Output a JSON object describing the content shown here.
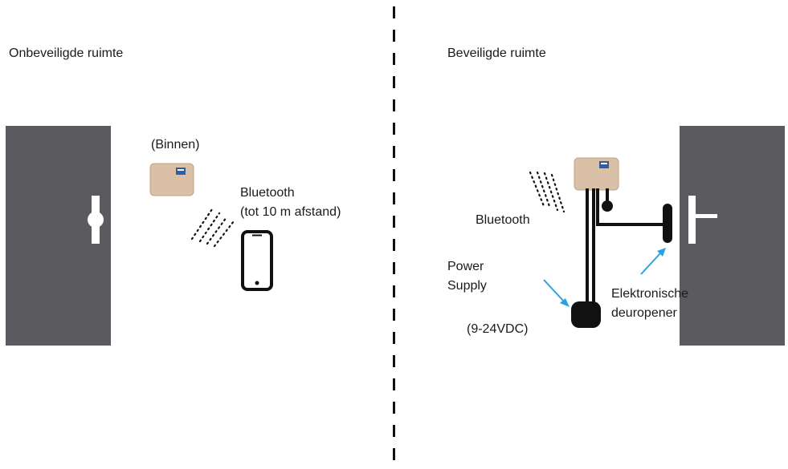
{
  "left_zone": {
    "title": "Onbeveiligde ruimte",
    "binnen_label": "(Binnen)",
    "bluetooth_label": "Bluetooth",
    "range_label": "(tot 10 m afstand)"
  },
  "right_zone": {
    "title": "Beveiligde ruimte",
    "bluetooth_label": "Bluetooth",
    "power_label_line1": "Power",
    "power_label_line2": "Supply",
    "voltage_label": "(9-24VDC)",
    "opener_label_line1": "Elektronische",
    "opener_label_line2": "deuropener"
  },
  "colors": {
    "door": "#5b5a5f",
    "device_body": "#d9c0a6",
    "arrow": "#29a3dc",
    "cable": "#111111",
    "divider": "#111111"
  }
}
